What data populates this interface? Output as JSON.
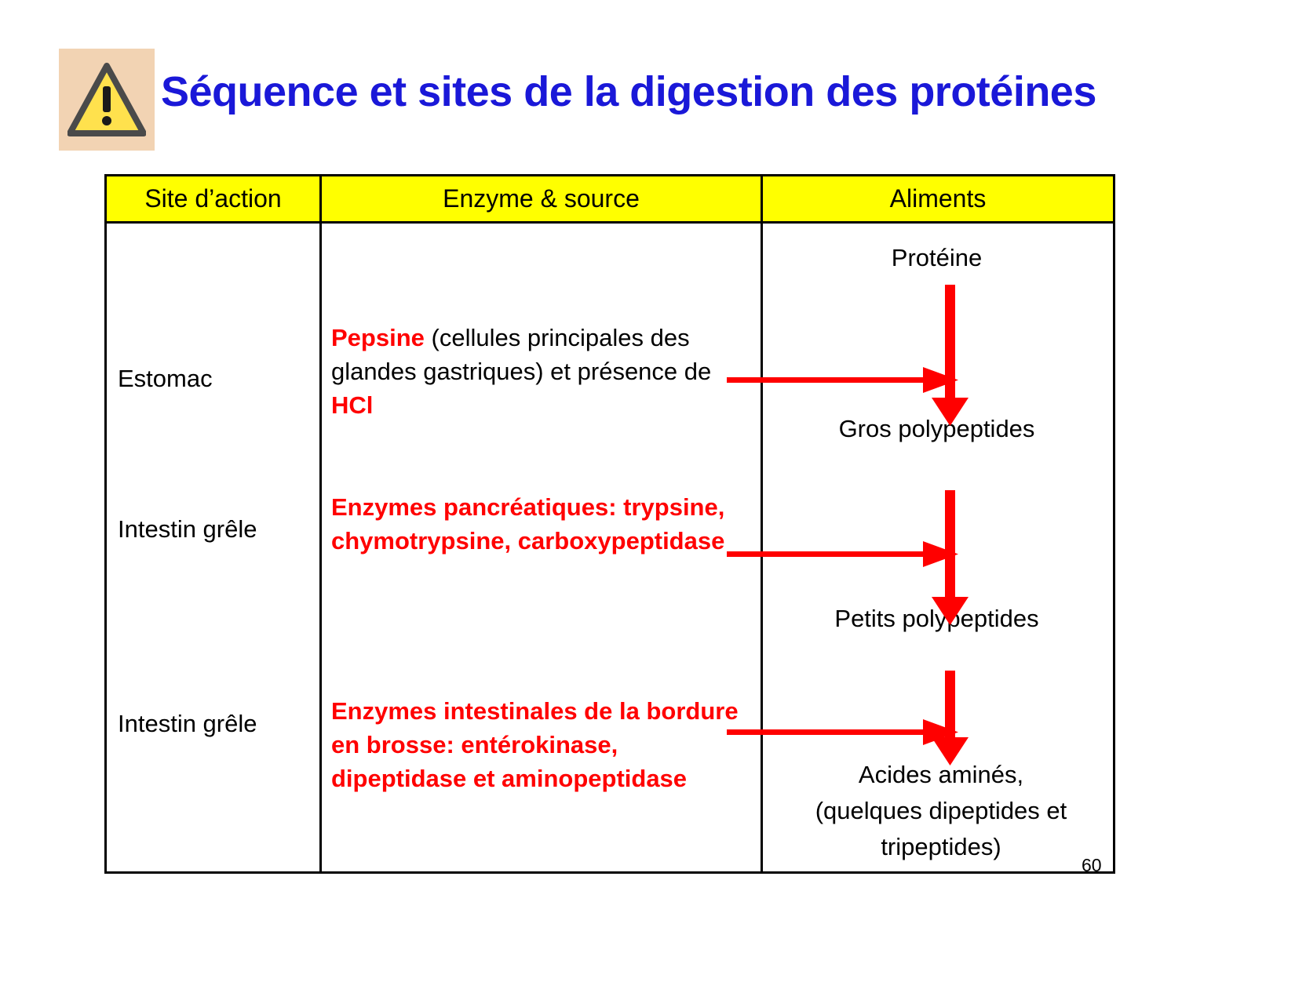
{
  "slide": {
    "title": "Séquence et sites de la digestion des protéines",
    "title_color": "#1a18d8",
    "warning_icon": "warning-triangle-icon",
    "page_number": "60"
  },
  "table": {
    "header_bg": "#ffff00",
    "headers": [
      "Site d’action",
      "Enzyme & source",
      "Aliments"
    ],
    "rows": [
      {
        "site": "Estomac",
        "enzyme_parts": [
          {
            "text": "Pepsine",
            "style": "red-bold"
          },
          {
            "text": " (cellules principales des glandes gastriques) et présence de ",
            "style": "plain"
          },
          {
            "text": "HCl",
            "style": "red-bold"
          }
        ]
      },
      {
        "site": "Intestin grêle",
        "enzyme_parts": [
          {
            "text": "Enzymes pancréatiques: trypsine, chymotrypsine, carboxypeptidase",
            "style": "all-red"
          }
        ]
      },
      {
        "site": "Intestin grêle",
        "enzyme_parts": [
          {
            "text": "Enzymes intestinales de la bordure en brosse: entérokinase, dipeptidase et aminopeptidase",
            "style": "all-red"
          }
        ]
      }
    ]
  },
  "flow": {
    "arrow_color": "#ff0000",
    "steps": [
      "Protéine",
      "Gros polypeptides",
      "Petits polypeptides",
      "Acides aminés,\n(quelques dipeptides et tripeptides)"
    ],
    "step_0": "Protéine",
    "step_1": "Gros polypeptides",
    "step_2": "Petits polypeptides",
    "step_3_line_1": "Acides aminés,",
    "step_3_line_2": "(quelques dipeptides et",
    "step_3_line_3": "tripeptides)"
  },
  "enzyme_text": {
    "row0_part0": "Pepsine",
    "row0_part1": " (cellules principales des glandes gastriques) et présence de ",
    "row0_part2": "HCl",
    "row1_full": "Enzymes pancréatiques: trypsine, chymotrypsine, carboxypeptidase",
    "row2_full": "Enzymes intestinales de la bordure en brosse: entérokinase, dipeptidase et aminopeptidase"
  }
}
